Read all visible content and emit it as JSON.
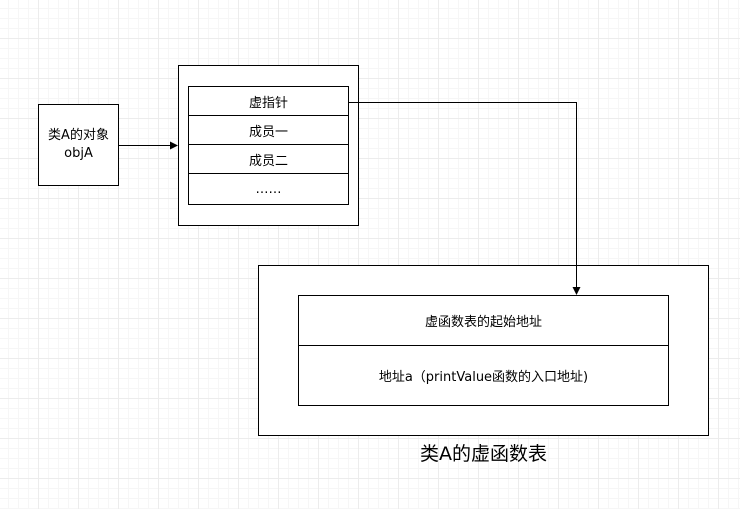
{
  "object_box": {
    "line1": "类A的对象",
    "line2": "objA"
  },
  "members": [
    "虚指针",
    "成员一",
    "成员二",
    "……"
  ],
  "vtable": {
    "rows": [
      "虚函数表的起始地址",
      "地址a（printValue函数的入口地址)"
    ],
    "caption": "类A的虚函数表"
  }
}
